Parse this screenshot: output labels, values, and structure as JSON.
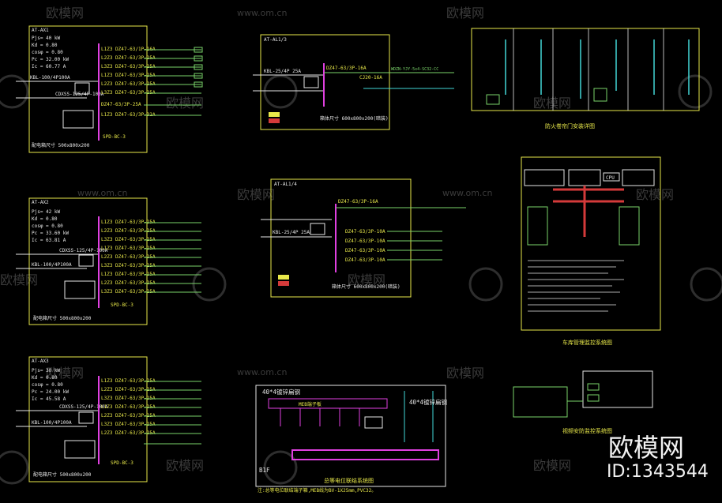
{
  "watermark": {
    "brand": "欧模网",
    "url": "www.om.cn",
    "big_brand": "欧模网",
    "id_label": "ID:1343544"
  },
  "panels": {
    "ax1": {
      "name": "AT-AX1",
      "params": [
        "Pjs= 40 kW",
        "Kd = 0.80",
        "cosφ = 0.80",
        "Pc = 32.00 kW",
        "Ic = 60.77 A"
      ],
      "incoming": "KBL-100/4P100A",
      "breaker": "CDXSS-125/4P-100A",
      "circuits": [
        "L1Z3 DZ47-63/1P-16A",
        "L2Z3 DZ47-63/3P-25A",
        "L3Z3 DZ47-63/3P-25A",
        "L1Z3 DZ47-63/3P-25A",
        "L2Z3 DZ47-63/3P-25A",
        "L3Z3 DZ47-63/3P-25A",
        "DZ47-63/3P-25A",
        "L1Z3 DZ47-63/3P-32A"
      ],
      "spd": "SPD-BC-3",
      "note": "配电箱尺寸 500x800x200"
    },
    "ax2": {
      "name": "AT-AX2",
      "params": [
        "Pjs= 42 kW",
        "Kd = 0.80",
        "cosφ = 0.80",
        "Pc = 33.60 kW",
        "Ic = 63.81 A"
      ],
      "incoming": "KBL-100/4P100A",
      "breaker": "CDXSS-125/4P-100A",
      "circuits": [
        "L1Z3 DZ47-63/3P-25A",
        "L2Z3 DZ47-63/3P-25A",
        "L3Z3 DZ47-63/3P-25A",
        "L1Z3 DZ47-63/3P-25A",
        "L2Z3 DZ47-63/3P-25A",
        "L3Z3 DZ47-63/3P-25A",
        "L1Z3 DZ47-63/3P-25A",
        "L2Z3 DZ47-63/3P-25A",
        "L3Z3 DZ47-63/3P-25A"
      ],
      "spd": "SPD-BC-3",
      "note": "配电箱尺寸 500x800x200"
    },
    "ax3": {
      "name": "AT-AX3",
      "params": [
        "Pjs= 30 kW",
        "Kd = 0.80",
        "cosφ = 0.80",
        "Pc = 24.00 kW",
        "Ic = 45.58 A"
      ],
      "incoming": "KBL-100/4P100A",
      "breaker": "CDXSS-125/4P-100A",
      "circuits": [
        "L1Z3 DZ47-63/3P-25A",
        "L2Z3 DZ47-63/3P-25A",
        "L3Z3 DZ47-63/3P-25A",
        "L1Z3 DZ47-63/3P-25A",
        "L2Z3 DZ47-63/3P-25A",
        "L3Z3 DZ47-63/3P-25A",
        "L2Z3 DZ47-63/3P-25A"
      ],
      "spd": "SPD-BC-3",
      "note": "配电箱尺寸 500x800x200"
    },
    "al3": {
      "name": "AT-AL1/3",
      "incoming": "KBL-25/4P 25A",
      "breaker": "DZ47-63/3P-16A",
      "contactor": "CJ20-16A",
      "cable": "WDZN-YJY-5x4-SC32-CC",
      "note": "箱体尺寸 600x800x200(暗装)"
    },
    "al4": {
      "name": "AT-AL1/4",
      "incoming": "KBL-25/4P 25A",
      "breakers": [
        "DZ47-63/3P-16A",
        "DZ47-63/3P-10A",
        "DZ47-63/3P-10A",
        "DZ47-63/3P-10A",
        "DZ47-63/3P-10A"
      ],
      "note": "箱体尺寸 600x800x200(暗装)"
    }
  },
  "captions": {
    "fire_door": "防火卷帘门安装详图",
    "access_control": "车库管理监控系统图",
    "bonding": "总等电位联结系统图",
    "video": "视频安防监控系统图",
    "bonding_note": "注:总等电位联结端子箱,MEB线为BV-1X25mm,PVC32。",
    "meb_label": "MEB端子板",
    "floor": "B1F",
    "bar_label": "40*4镀锌扁钢",
    "cpu_label": "CPU"
  }
}
